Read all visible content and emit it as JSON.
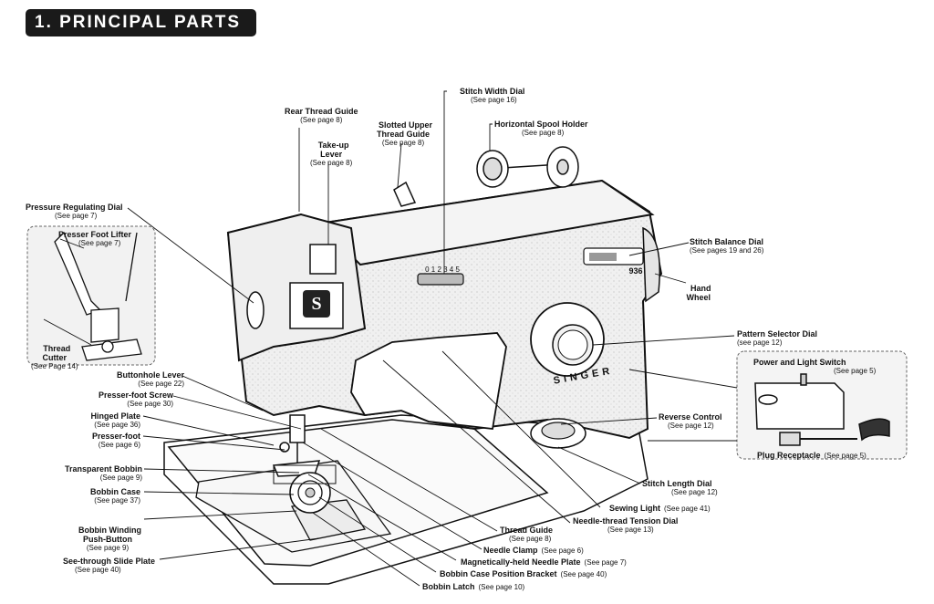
{
  "header": {
    "title": "1. PRINCIPAL PARTS"
  },
  "machine": {
    "brand": "SINGER",
    "model": "936",
    "stitch_width_scale": "0 1 2 3 4 5"
  },
  "labels": {
    "rear_thread_guide": {
      "name": "Rear Thread Guide",
      "ref": "(See page 8)"
    },
    "take_up_lever": {
      "name": "Take-up\nLever",
      "ref": "(See page 8)"
    },
    "slotted_upper_thread_guide": {
      "name": "Slotted Upper\nThread Guide",
      "ref": "(See page 8)"
    },
    "stitch_width_dial": {
      "name": "Stitch Width Dial",
      "ref": "(See page 16)"
    },
    "horizontal_spool_holder": {
      "name": "Horizontal Spool Holder",
      "ref": "(See page 8)"
    },
    "pressure_regulating_dial": {
      "name": "Pressure Regulating Dial",
      "ref": "(See page 7)"
    },
    "presser_foot_lifter": {
      "name": "Presser Foot Lifter",
      "ref": "(See page 7)"
    },
    "thread_cutter": {
      "name": "Thread\nCutter",
      "ref": "(See Page 14)"
    },
    "stitch_balance_dial": {
      "name": "Stitch Balance Dial",
      "ref": "(See pages 19 and 26)"
    },
    "hand_wheel": {
      "name": "Hand\nWheel",
      "ref": ""
    },
    "pattern_selector_dial": {
      "name": "Pattern Selector Dial",
      "ref": "(see page 12)"
    },
    "power_and_light_switch": {
      "name": "Power and  Light Switch",
      "ref": "(See page 5)"
    },
    "buttonhole_lever": {
      "name": "Buttonhole Lever",
      "ref": "(See page 22)"
    },
    "presser_foot_screw": {
      "name": "Presser-foot Screw",
      "ref": "(See page 30)"
    },
    "hinged_plate": {
      "name": "Hinged Plate",
      "ref": "(See page 36)"
    },
    "presser_foot": {
      "name": "Presser-foot",
      "ref": "(See page 6)"
    },
    "reverse_control": {
      "name": "Reverse Control",
      "ref": "(See page 12)"
    },
    "plug_receptacle": {
      "name": "Plug Receptacle",
      "ref": "(See page 5)"
    },
    "transparent_bobbin": {
      "name": "Transparent Bobbin",
      "ref": "(See page 9)"
    },
    "bobbin_case": {
      "name": "Bobbin Case",
      "ref": "(See page 37)"
    },
    "bobbin_winding_push_button": {
      "name": "Bobbin Winding\nPush-Button",
      "ref": "(See page 9)"
    },
    "see_through_slide_plate": {
      "name": "See-through Slide Plate",
      "ref": "(See page 40)"
    },
    "stitch_length_dial": {
      "name": "Stitch Length Dial",
      "ref": "(See page 12)"
    },
    "sewing_light": {
      "name": "Sewing Light",
      "ref": "(See page 41)"
    },
    "needle_thread_tension_dial": {
      "name": "Needle-thread Tension Dial",
      "ref": "(See page 13)"
    },
    "thread_guide": {
      "name": "Thread Guide",
      "ref": "(See page 8)"
    },
    "needle_clamp": {
      "name": "Needle Clamp",
      "ref": "(See page 6)"
    },
    "magnetically_held_needle_plate": {
      "name": "Magnetically-held Needle Plate",
      "ref": "(See page 7)"
    },
    "bobbin_case_position_bracket": {
      "name": "Bobbin Case Position Bracket",
      "ref": "(See page 40)"
    },
    "bobbin_latch": {
      "name": "Bobbin Latch",
      "ref": "(See page 10)"
    }
  }
}
